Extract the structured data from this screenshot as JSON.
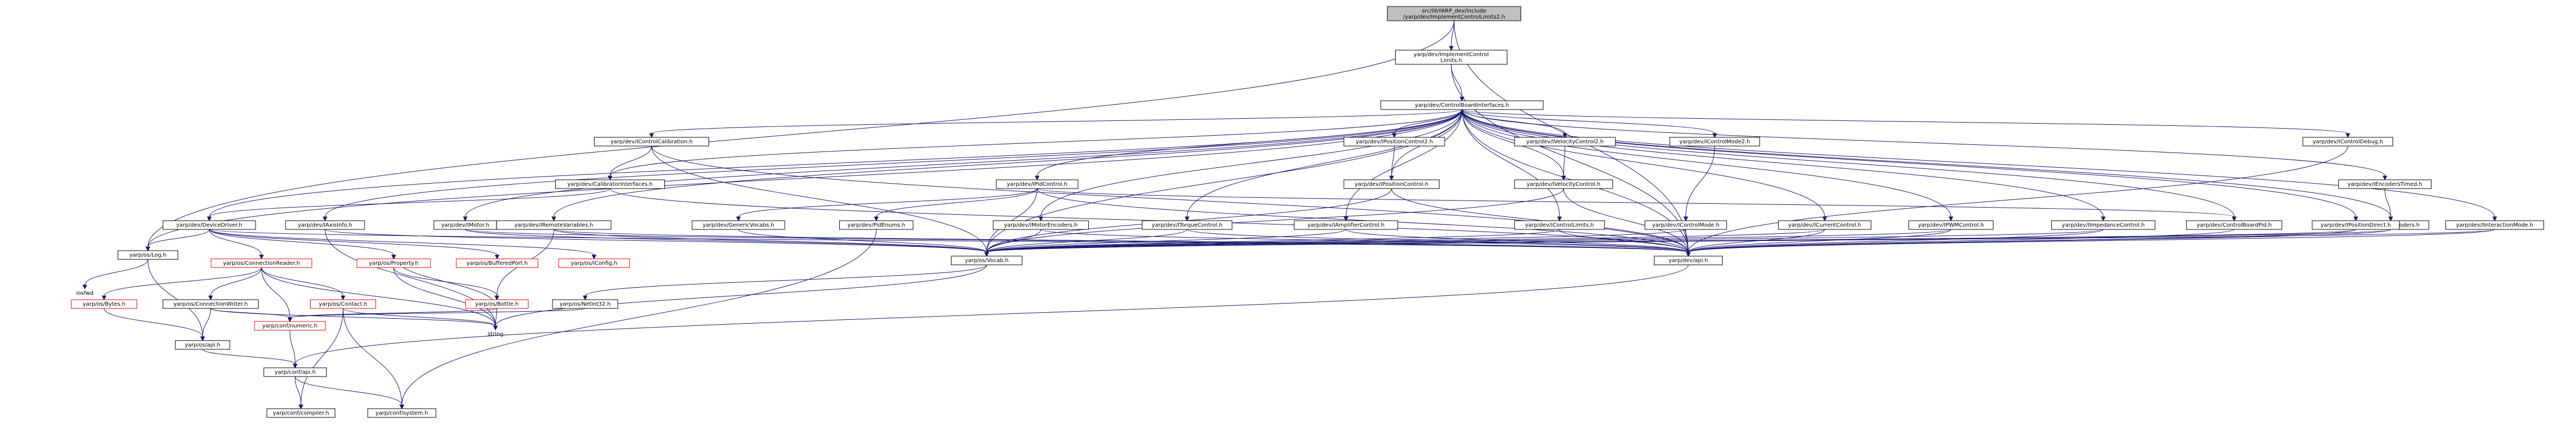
{
  "root": "src/libYARP_dev/include/yarp/dev/ImplementControlLimits2.h",
  "nodes": [
    {
      "id": "root",
      "lines": [
        "src/libYARP_dev/include",
        "/yarp/dev/ImplementControlLimits2.h"
      ],
      "style": "root"
    },
    {
      "id": "icl",
      "lines": [
        "yarp/dev/ImplementControl",
        "Limits.h"
      ]
    },
    {
      "id": "cbi",
      "lines": [
        "yarp/dev/ControlBoardInterfaces.h"
      ]
    },
    {
      "id": "log",
      "lines": [
        "yarp/os/Log.h"
      ]
    },
    {
      "id": "devapi",
      "lines": [
        "yarp/dev/api.h"
      ]
    },
    {
      "id": "vocab",
      "lines": [
        "yarp/os/Vocab.h"
      ]
    },
    {
      "id": "devdriver",
      "lines": [
        "yarp/dev/DeviceDriver.h"
      ]
    },
    {
      "id": "axisinfo",
      "lines": [
        "yarp/dev/IAxisInfo.h"
      ]
    },
    {
      "id": "imotor",
      "lines": [
        "yarp/dev/IMotor.h"
      ]
    },
    {
      "id": "iremote",
      "lines": [
        "yarp/dev/IRemoteVariables.h"
      ]
    },
    {
      "id": "calibif",
      "lines": [
        "yarp/dev/CalibratorInterfaces.h"
      ]
    },
    {
      "id": "icc",
      "lines": [
        "yarp/dev/IControlCalibration.h"
      ]
    },
    {
      "id": "ipid",
      "lines": [
        "yarp/dev/IPidControl.h"
      ]
    },
    {
      "id": "ipc2",
      "lines": [
        "yarp/dev/IPositionControl2.h"
      ]
    },
    {
      "id": "ipc",
      "lines": [
        "yarp/dev/IPositionControl.h"
      ]
    },
    {
      "id": "ivc2",
      "lines": [
        "yarp/dev/IVelocityControl2.h"
      ]
    },
    {
      "id": "ivc",
      "lines": [
        "yarp/dev/IVelocityControl.h"
      ]
    },
    {
      "id": "icm2",
      "lines": [
        "yarp/dev/IControlMode2.h"
      ]
    },
    {
      "id": "icm",
      "lines": [
        "yarp/dev/IControlMode.h"
      ]
    },
    {
      "id": "idebug",
      "lines": [
        "yarp/dev/IControlDebug.h"
      ]
    },
    {
      "id": "ienct",
      "lines": [
        "yarp/dev/IEncodersTimed.h"
      ]
    },
    {
      "id": "ienc",
      "lines": [
        "yarp/dev/IEncoders.h"
      ]
    },
    {
      "id": "igvoc",
      "lines": [
        "yarp/dev/GenericVocabs.h"
      ]
    },
    {
      "id": "pidenums",
      "lines": [
        "yarp/dev/PidEnums.h"
      ]
    },
    {
      "id": "imenc",
      "lines": [
        "yarp/dev/IMotorEncoders.h"
      ]
    },
    {
      "id": "itorque",
      "lines": [
        "yarp/dev/ITorqueControl.h"
      ]
    },
    {
      "id": "iamp",
      "lines": [
        "yarp/dev/IAmplifierControl.h"
      ]
    },
    {
      "id": "icl0",
      "lines": [
        "yarp/dev/IControlLimits.h"
      ]
    },
    {
      "id": "icur",
      "lines": [
        "yarp/dev/ICurrentControl.h"
      ]
    },
    {
      "id": "ipwm",
      "lines": [
        "yarp/dev/IPWMControl.h"
      ]
    },
    {
      "id": "iimp",
      "lines": [
        "yarp/dev/IImpedanceControl.h"
      ]
    },
    {
      "id": "icbpid",
      "lines": [
        "yarp/dev/ControlBoardPid.h"
      ]
    },
    {
      "id": "ipdirect",
      "lines": [
        "yarp/dev/IPositionDirect.h"
      ]
    },
    {
      "id": "iint",
      "lines": [
        "yarp/dev/IInteractionMode.h"
      ]
    },
    {
      "id": "connreader",
      "lines": [
        "yarp/os/ConnectionReader.h"
      ],
      "style": "red"
    },
    {
      "id": "property",
      "lines": [
        "yarp/os/Property.h"
      ],
      "style": "red"
    },
    {
      "id": "bufport",
      "lines": [
        "yarp/os/BufferedPort.h"
      ],
      "style": "red"
    },
    {
      "id": "iconfig",
      "lines": [
        "yarp/os/IConfig.h"
      ],
      "style": "red"
    },
    {
      "id": "iosfwd",
      "lines": [
        "iosfwd"
      ],
      "style": "plain"
    },
    {
      "id": "bytes",
      "lines": [
        "yarp/os/Bytes.h"
      ],
      "style": "red"
    },
    {
      "id": "connwriter",
      "lines": [
        "yarp/os/ConnectionWriter.h"
      ]
    },
    {
      "id": "contact",
      "lines": [
        "yarp/os/Contact.h"
      ],
      "style": "red"
    },
    {
      "id": "bottle",
      "lines": [
        "yarp/os/Bottle.h"
      ],
      "style": "red"
    },
    {
      "id": "netint32",
      "lines": [
        "yarp/os/NetInt32.h"
      ]
    },
    {
      "id": "osapi",
      "lines": [
        "yarp/os/api.h"
      ]
    },
    {
      "id": "numeric",
      "lines": [
        "yarp/conf/numeric.h"
      ],
      "style": "red"
    },
    {
      "id": "string",
      "lines": [
        "string"
      ],
      "style": "plain"
    },
    {
      "id": "confapi",
      "lines": [
        "yarp/conf/api.h"
      ]
    },
    {
      "id": "compiler",
      "lines": [
        "yarp/conf/compiler.h"
      ]
    },
    {
      "id": "system",
      "lines": [
        "yarp/conf/system.h"
      ]
    }
  ]
}
